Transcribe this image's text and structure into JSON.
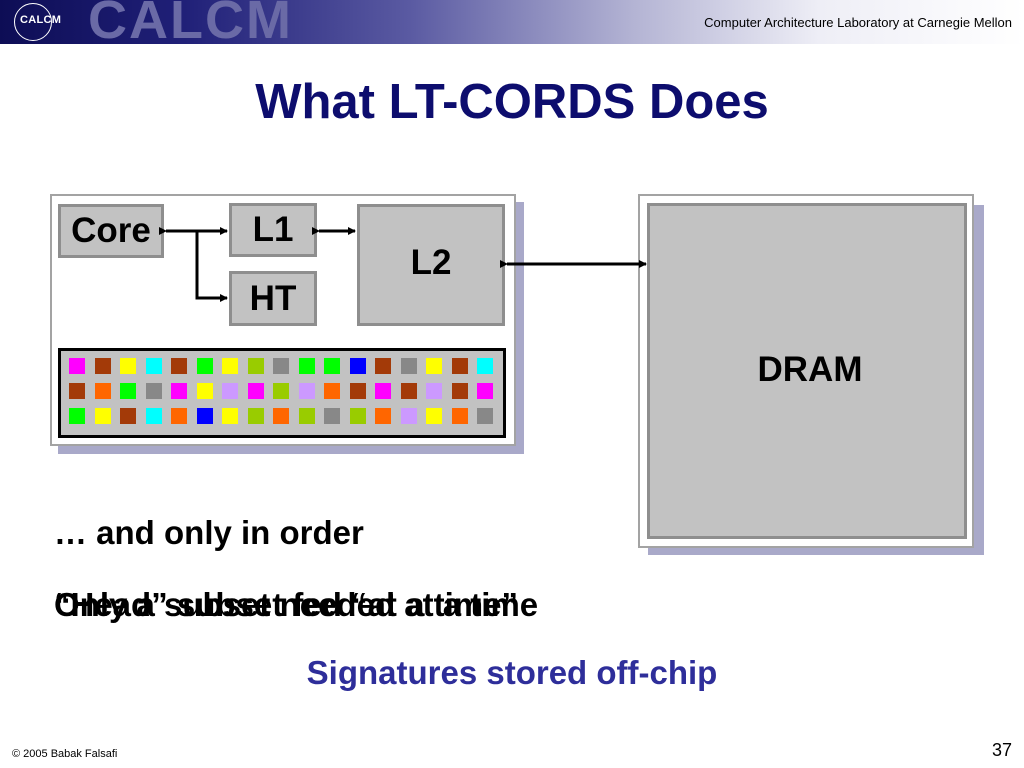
{
  "header": {
    "logo_small": "CALCM",
    "logo_big": "CALCM",
    "lab_name": "Computer Architecture Laboratory at Carnegie Mellon"
  },
  "title": "What LT-CORDS Does",
  "diagram": {
    "core": "Core",
    "l1": "L1",
    "ht": "HT",
    "l2": "L2",
    "dram": "DRAM",
    "grid_rows": [
      [
        "#ff00ff",
        "#a33a08",
        "#ffff00",
        "#00ffff",
        "#a33a08",
        "#00ff00",
        "#ffff00",
        "#99cc00",
        "#888888",
        "#00ff00",
        "#00ff00",
        "#0000ff",
        "#a33a08",
        "#888888",
        "#ffff00",
        "#a33a08",
        "#00ffff"
      ],
      [
        "#a33a08",
        "#ff6600",
        "#00ff00",
        "#888888",
        "#ff00ff",
        "#ffff00",
        "#cc99ff",
        "#ff00ff",
        "#99cc00",
        "#cc99ff",
        "#ff6600",
        "#a33a08",
        "#ff00ff",
        "#a33a08",
        "#cc99ff",
        "#a33a08",
        "#ff00ff"
      ],
      [
        "#00ff00",
        "#ffff00",
        "#a33a08",
        "#00ffff",
        "#ff6600",
        "#0000ff",
        "#ffff00",
        "#99cc00",
        "#ff6600",
        "#99cc00",
        "#888888",
        "#99cc00",
        "#ff6600",
        "#cc99ff",
        "#ffff00",
        "#ff6600",
        "#888888"
      ]
    ]
  },
  "text": {
    "line1": "… and only in order",
    "line2": "“Head” subset fed “at a time”",
    "line3": "Only a subset needed at a time",
    "line4": "Signatures stored off-chip"
  },
  "footer": {
    "copyright": "© 2005 Babak Falsafi",
    "page": "37"
  }
}
